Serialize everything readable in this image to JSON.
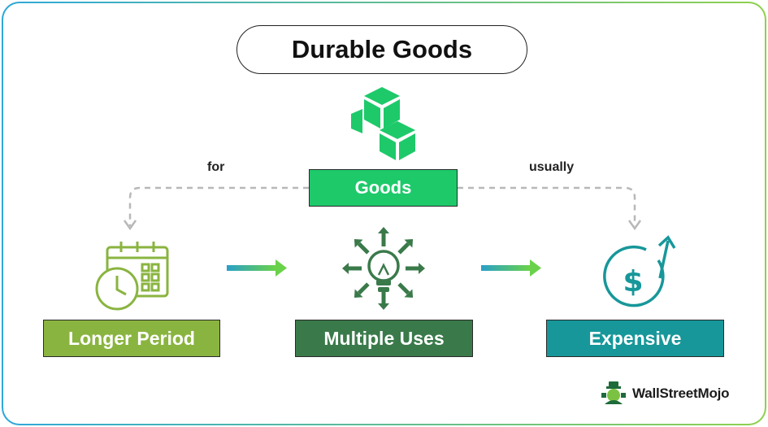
{
  "title": "Durable Goods",
  "center": {
    "label": "Goods"
  },
  "edges": {
    "left_label": "for",
    "right_label": "usually"
  },
  "items": [
    {
      "label": "Longer Period",
      "icon": "calendar-clock-icon"
    },
    {
      "label": "Multiple Uses",
      "icon": "lightbulb-arrows-icon"
    },
    {
      "label": "Expensive",
      "icon": "dollar-up-arrow-icon"
    }
  ],
  "brand": {
    "name": "WallStreetMojo",
    "icon": "wallstreetmojo-logo-icon"
  },
  "colors": {
    "frame_start": "#2fa8d8",
    "frame_end": "#8fd14f",
    "goods_green": "#1ec96a",
    "longer_green": "#8ab440",
    "multi_green": "#3a7a4a",
    "expensive_teal": "#17979a",
    "arrow_start": "#2aa0c8",
    "arrow_end": "#6ad24a",
    "dash_gray": "#b8b8b8"
  }
}
